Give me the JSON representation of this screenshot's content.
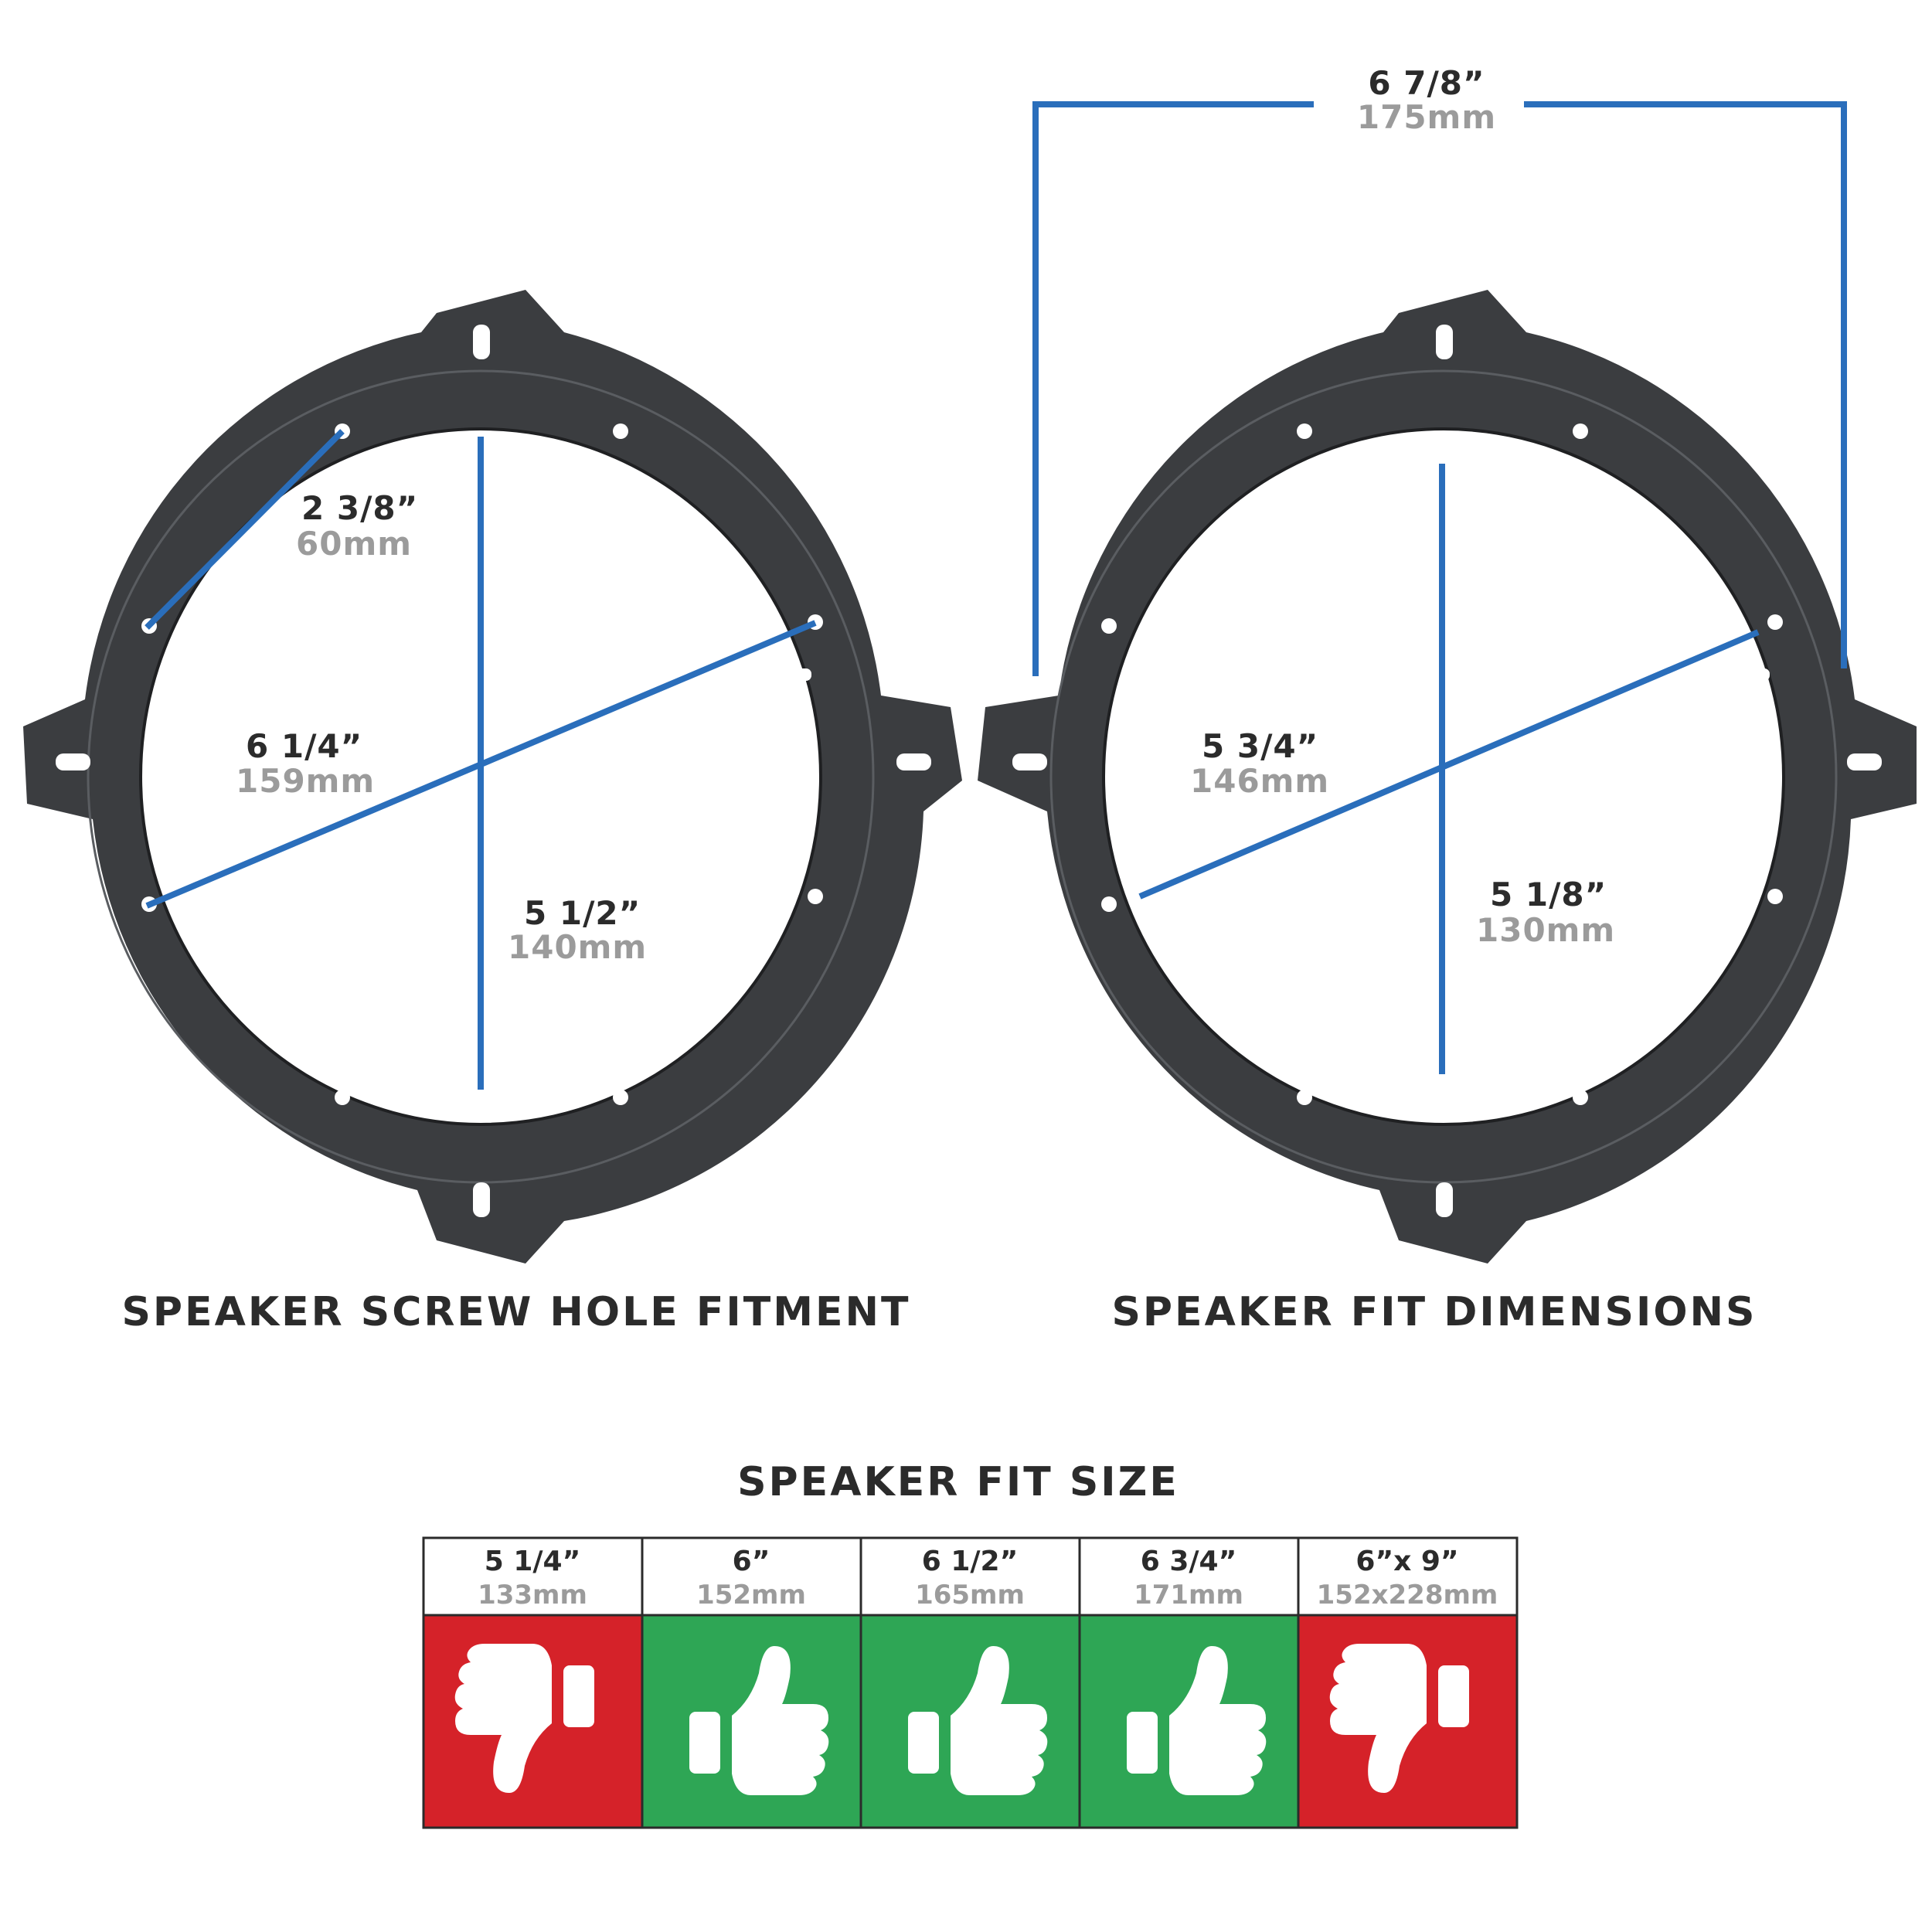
{
  "left_panel": {
    "caption": "SPEAKER SCREW HOLE FITMENT",
    "dims": [
      {
        "in": "2 3/8”",
        "mm": "60mm"
      },
      {
        "in": "6 1/4”",
        "mm": "159mm"
      },
      {
        "in": "5 1/2”",
        "mm": "140mm"
      }
    ]
  },
  "right_panel": {
    "caption": "SPEAKER FIT DIMENSIONS",
    "dims": [
      {
        "in": "6 7/8”",
        "mm": "175mm"
      },
      {
        "in": "5 3/4”",
        "mm": "146mm"
      },
      {
        "in": "5 1/8”",
        "mm": "130mm"
      }
    ]
  },
  "fit_table": {
    "title": "SPEAKER FIT SIZE",
    "columns": [
      {
        "in": "5 1/4”",
        "mm": "133mm",
        "fits": false,
        "icon": "thumbs-down-icon"
      },
      {
        "in": "6”",
        "mm": "152mm",
        "fits": true,
        "icon": "thumbs-up-icon"
      },
      {
        "in": "6 1/2”",
        "mm": "165mm",
        "fits": true,
        "icon": "thumbs-up-icon"
      },
      {
        "in": "6 3/4”",
        "mm": "171mm",
        "fits": true,
        "icon": "thumbs-up-icon"
      },
      {
        "in": "6”x 9”",
        "mm": "152x228mm",
        "fits": false,
        "icon": "thumbs-down-icon"
      }
    ]
  },
  "colors": {
    "dimension_line": "#2a6ebb",
    "fit_yes": "#2ea655",
    "fit_no": "#d52229",
    "ring": "#3b3d40"
  }
}
